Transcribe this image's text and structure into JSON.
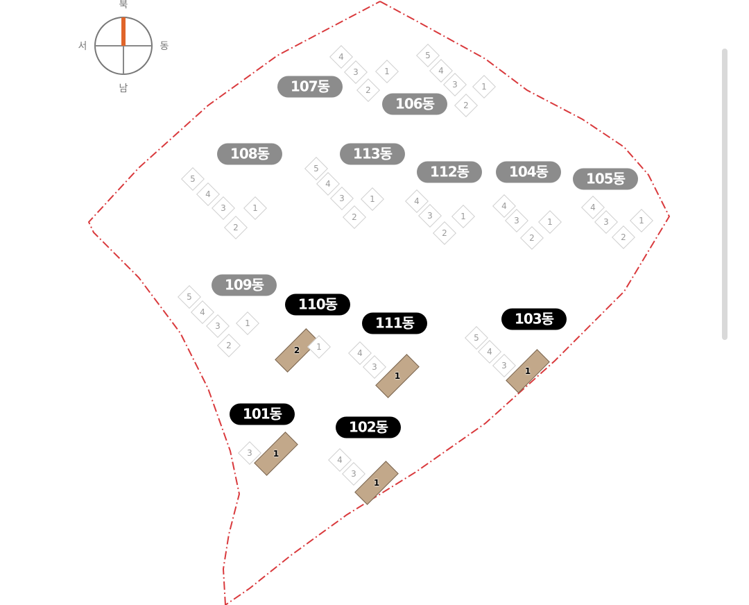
{
  "compass": {
    "north": "북",
    "south": "남",
    "east": "동",
    "west": "서",
    "north_color": "#e0652a"
  },
  "boundary_color": "#d9393c",
  "highlight_color": "#c2a88a",
  "buildings": [
    {
      "id": "107",
      "label": "107동",
      "style": "gray",
      "units": [
        {
          "n": "4"
        },
        {
          "n": "3"
        },
        {
          "n": "2"
        },
        {
          "n": "1"
        }
      ]
    },
    {
      "id": "106",
      "label": "106동",
      "style": "gray",
      "units": [
        {
          "n": "5"
        },
        {
          "n": "4"
        },
        {
          "n": "3"
        },
        {
          "n": "2"
        },
        {
          "n": "1"
        }
      ]
    },
    {
      "id": "108",
      "label": "108동",
      "style": "gray",
      "units": [
        {
          "n": "5"
        },
        {
          "n": "4"
        },
        {
          "n": "3"
        },
        {
          "n": "2"
        },
        {
          "n": "1"
        }
      ]
    },
    {
      "id": "113",
      "label": "113동",
      "style": "gray",
      "units": [
        {
          "n": "5"
        },
        {
          "n": "4"
        },
        {
          "n": "3"
        },
        {
          "n": "2"
        },
        {
          "n": "1"
        }
      ]
    },
    {
      "id": "112",
      "label": "112동",
      "style": "gray",
      "units": [
        {
          "n": "4"
        },
        {
          "n": "3"
        },
        {
          "n": "2"
        },
        {
          "n": "1"
        }
      ]
    },
    {
      "id": "104",
      "label": "104동",
      "style": "gray",
      "units": [
        {
          "n": "4"
        },
        {
          "n": "3"
        },
        {
          "n": "2"
        },
        {
          "n": "1"
        }
      ]
    },
    {
      "id": "105",
      "label": "105동",
      "style": "gray",
      "units": [
        {
          "n": "4"
        },
        {
          "n": "3"
        },
        {
          "n": "2"
        },
        {
          "n": "1"
        }
      ]
    },
    {
      "id": "109",
      "label": "109동",
      "style": "gray",
      "units": [
        {
          "n": "5"
        },
        {
          "n": "4"
        },
        {
          "n": "3"
        },
        {
          "n": "2"
        },
        {
          "n": "1"
        }
      ]
    },
    {
      "id": "110",
      "label": "110동",
      "style": "black",
      "units": [
        {
          "n": "2",
          "highlighted": true
        },
        {
          "n": "1"
        }
      ]
    },
    {
      "id": "111",
      "label": "111동",
      "style": "black",
      "units": [
        {
          "n": "4"
        },
        {
          "n": "3"
        },
        {
          "n": "1",
          "highlighted": true
        }
      ]
    },
    {
      "id": "103",
      "label": "103동",
      "style": "black",
      "units": [
        {
          "n": "5"
        },
        {
          "n": "4"
        },
        {
          "n": "3"
        },
        {
          "n": "1",
          "highlighted": true
        }
      ]
    },
    {
      "id": "101",
      "label": "101동",
      "style": "black",
      "units": [
        {
          "n": "3"
        },
        {
          "n": "1",
          "highlighted": true
        }
      ]
    },
    {
      "id": "102",
      "label": "102동",
      "style": "black",
      "units": [
        {
          "n": "4"
        },
        {
          "n": "3"
        },
        {
          "n": "1",
          "highlighted": true
        }
      ]
    }
  ]
}
